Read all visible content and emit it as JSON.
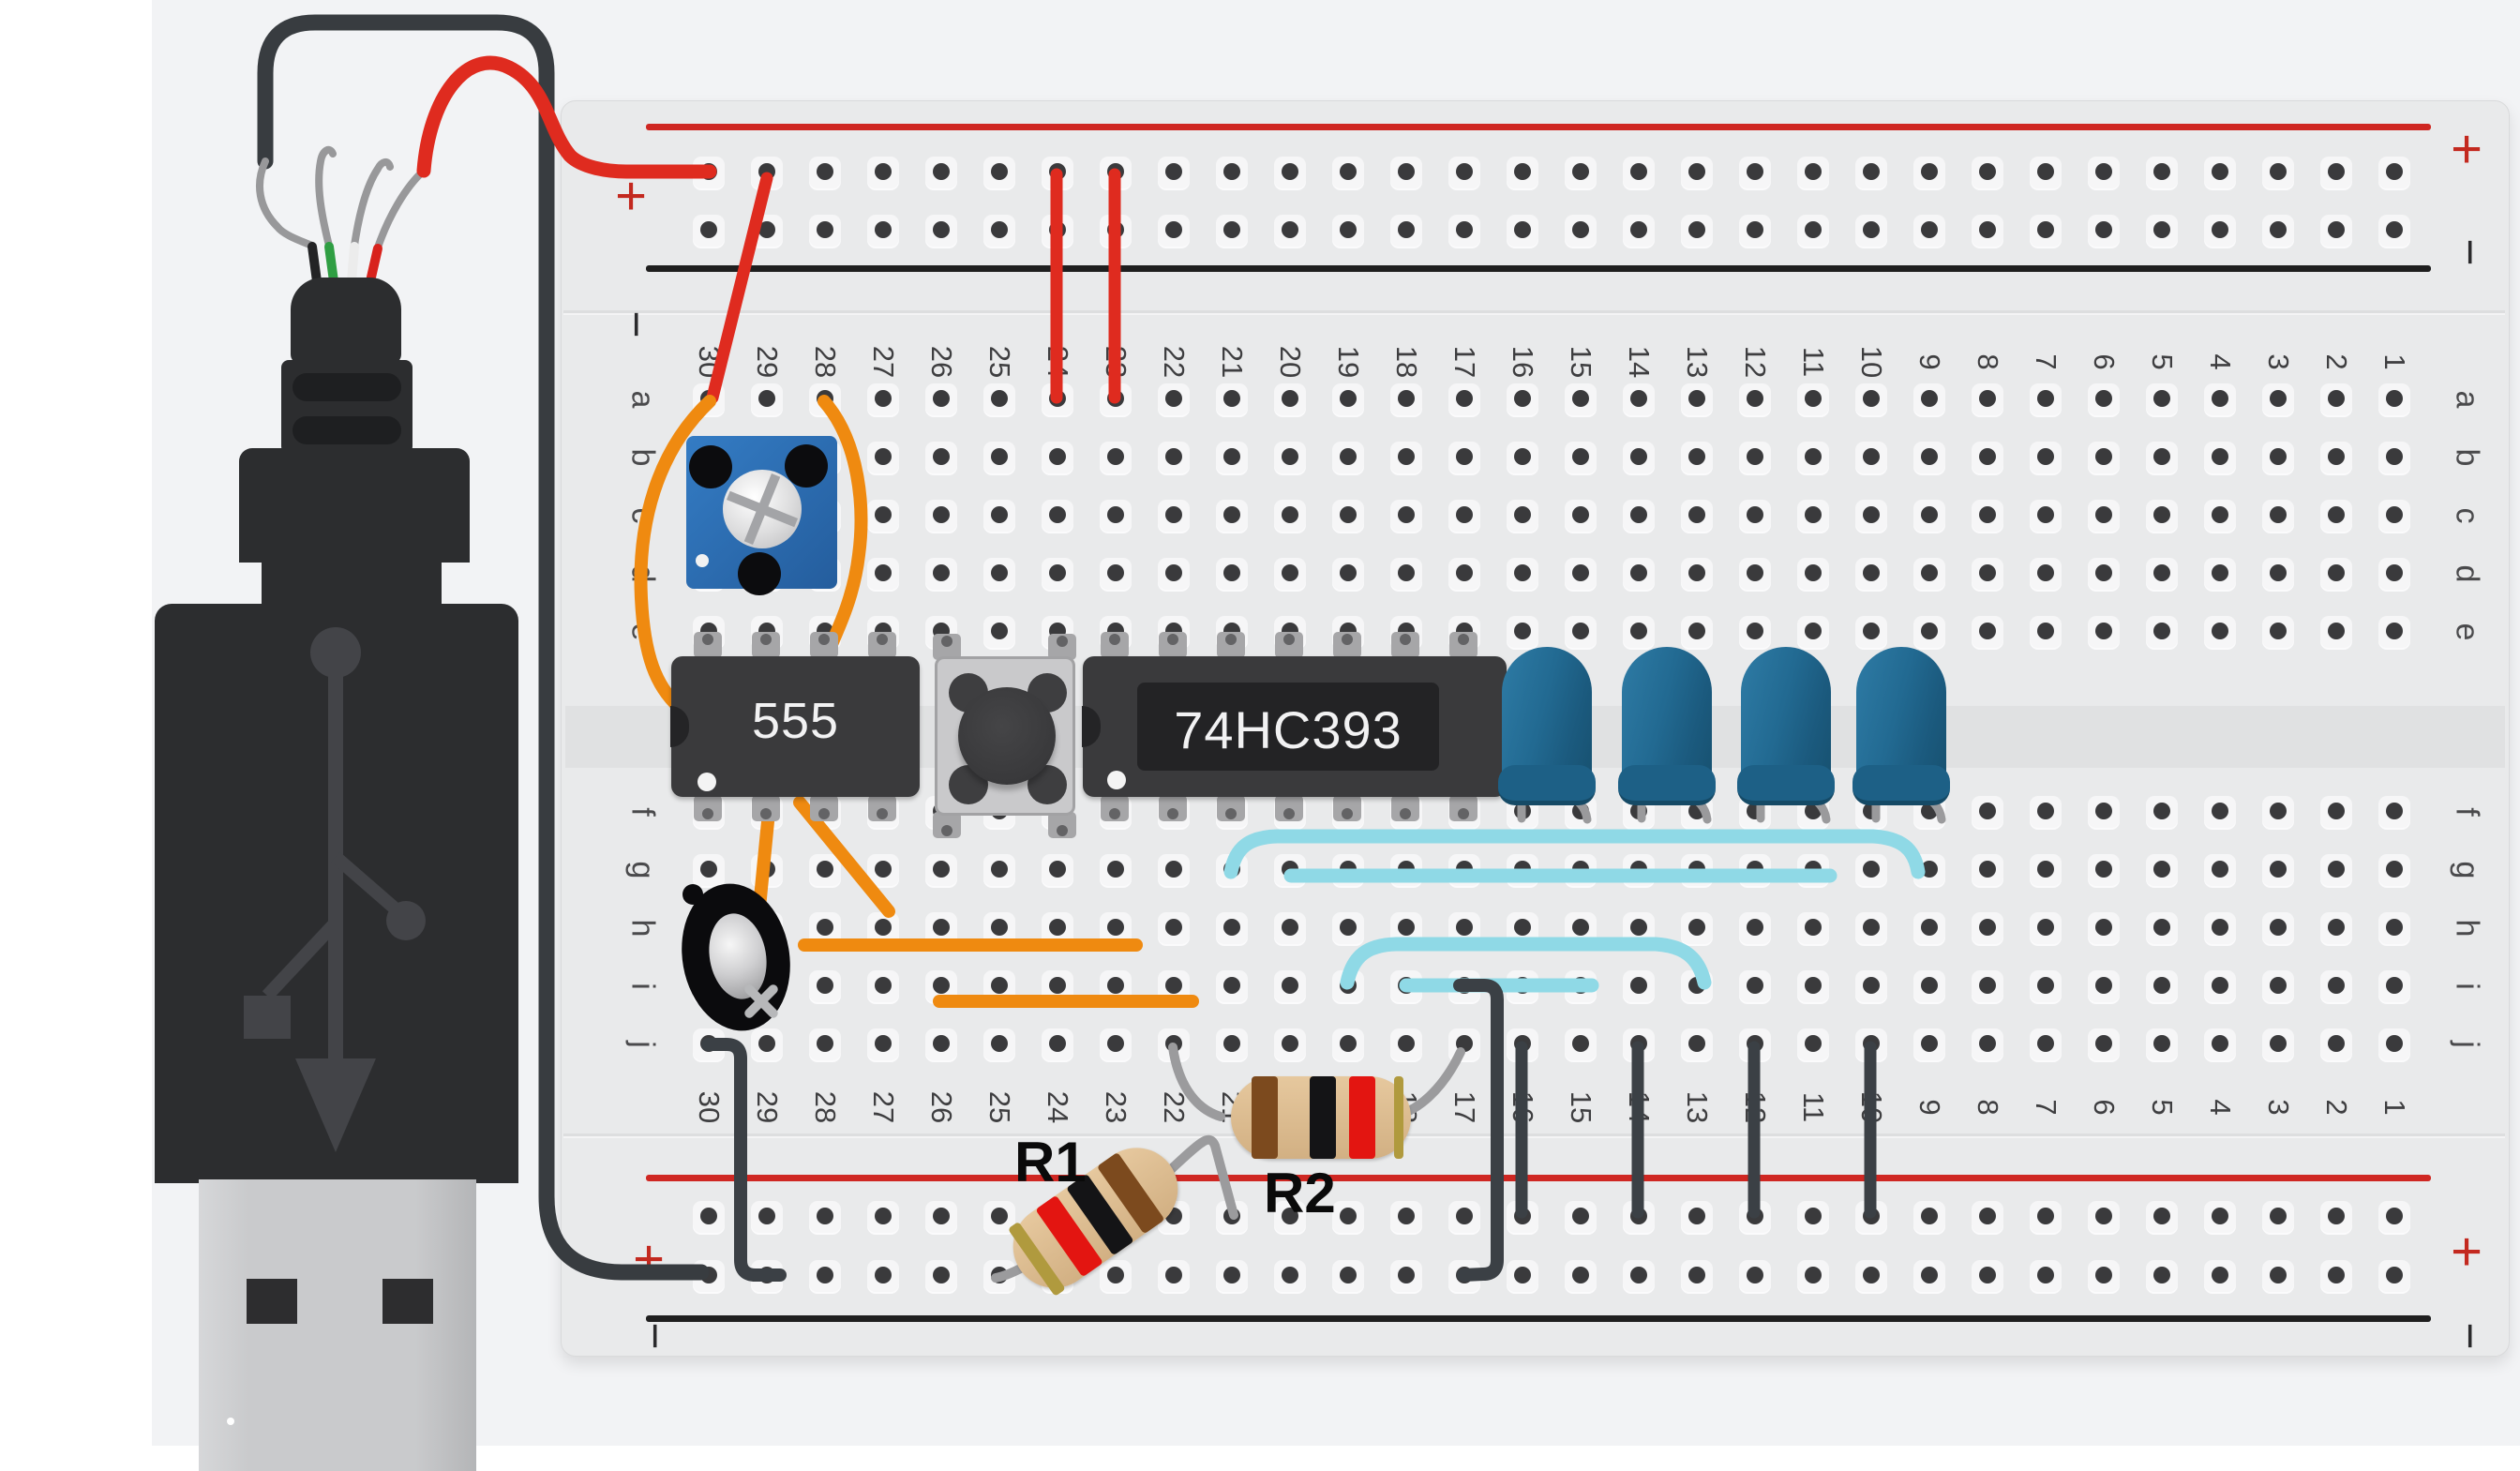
{
  "page": {
    "background": "#ffffff",
    "canvas_background": "#f2f3f5"
  },
  "breadboard": {
    "column_numbers": [
      30,
      29,
      28,
      27,
      26,
      25,
      24,
      23,
      22,
      21,
      20,
      19,
      18,
      17,
      16,
      15,
      14,
      13,
      12,
      11,
      10,
      9,
      8,
      7,
      6,
      5,
      4,
      3,
      2,
      1
    ],
    "row_letters_top": [
      "a",
      "b",
      "c",
      "d",
      "e"
    ],
    "row_letters_bottom": [
      "f",
      "g",
      "h",
      "i",
      "j"
    ],
    "positive_label": "+",
    "negative_label": "−",
    "rail_positive_color": "#cf2722",
    "rail_negative_color": "#1f1f1f",
    "board_color": "#e9eaeb"
  },
  "components": {
    "timer_ic": {
      "label": "555"
    },
    "counter_ic": {
      "label": "74HC393"
    },
    "resistor_r1": {
      "label": "R1"
    },
    "resistor_r2": {
      "label": "R2"
    },
    "led_count": 4,
    "led_color": "#226a92",
    "trimpot_color": "#2b6fb5"
  },
  "wires": {
    "power_red": "#df2b1f",
    "ground_black": "#383c40",
    "signal_orange": "#ef8a10",
    "signal_cyan": "#8fd9e6",
    "jumper_dark": "#3b4045",
    "lead_gray": "#9a9a9c"
  }
}
